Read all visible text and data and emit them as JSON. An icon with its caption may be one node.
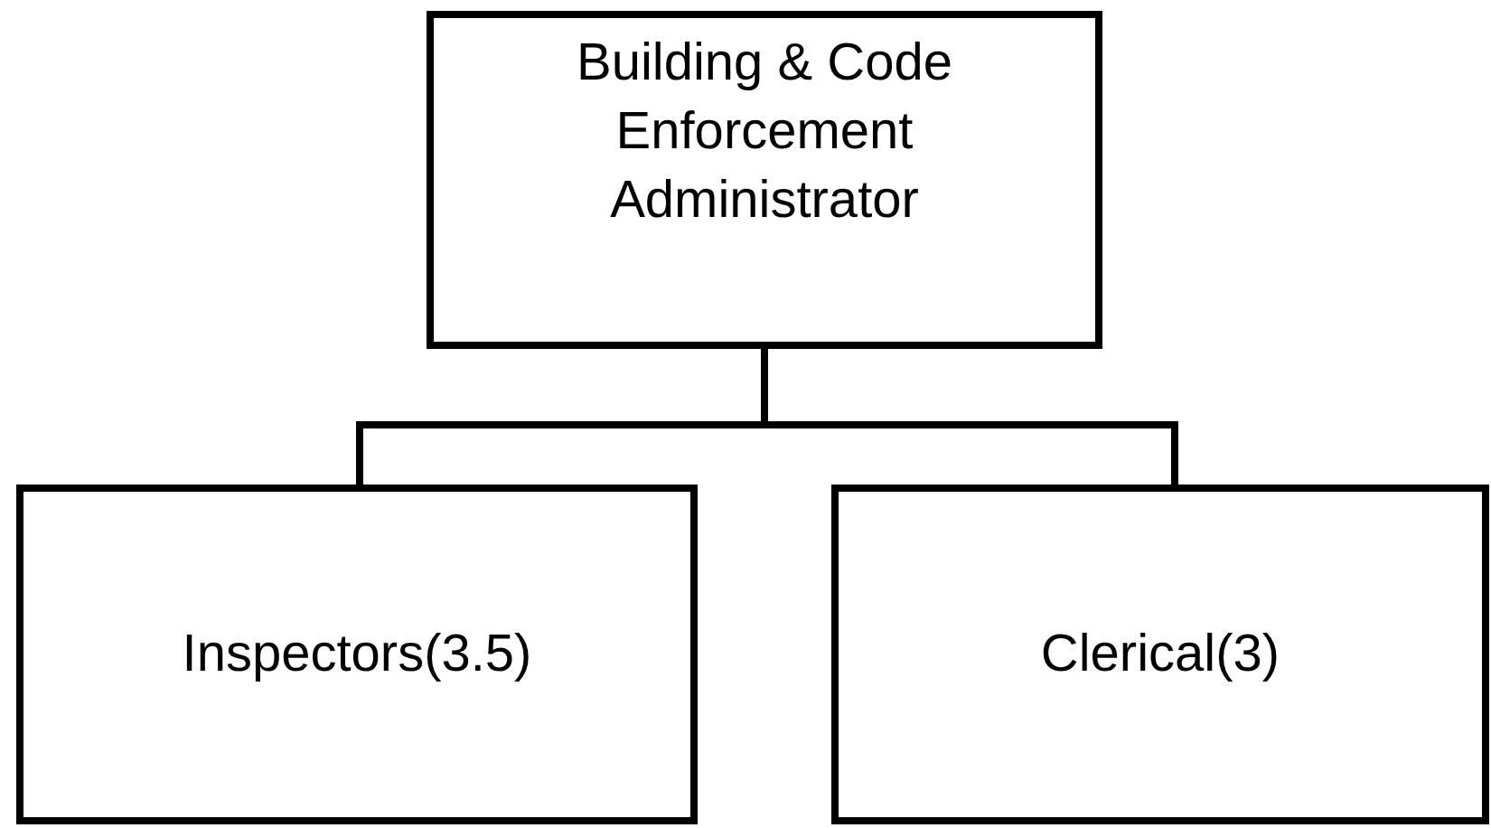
{
  "diagram": {
    "nodes": [
      {
        "text": [
          "Building & Code Enforcement Administrator"
        ]
      },
      {
        "text": [
          "Inspectors(3.5)"
        ]
      },
      {
        "text": [
          "Clerical(3)"
        ]
      }
    ],
    "edges": [
      {
        "from": 0,
        "to": 1,
        "arrow": "none"
      },
      {
        "from": 0,
        "to": 2,
        "arrow": "none"
      }
    ]
  }
}
